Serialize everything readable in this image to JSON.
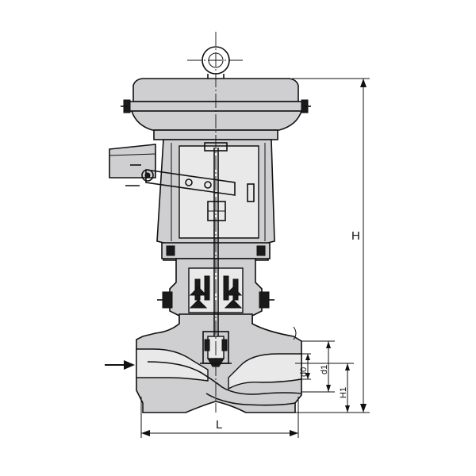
{
  "labels": {
    "height": "H",
    "length": "L",
    "d0": "d0",
    "d1": "d1",
    "h1": "H1"
  }
}
